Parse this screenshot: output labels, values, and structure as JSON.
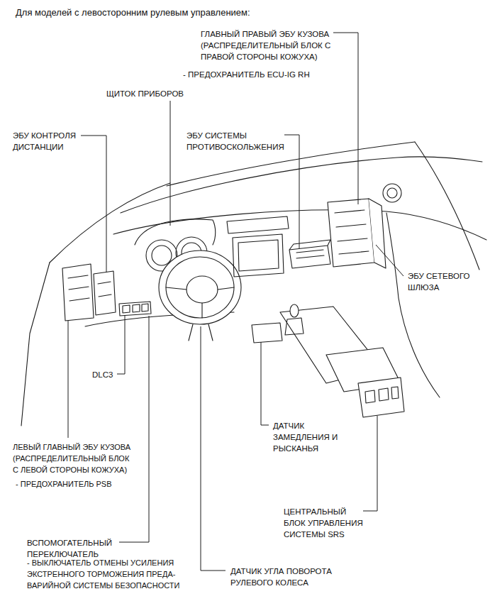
{
  "diagram": {
    "title": "Для моделей с левосторонним рулевым управлением:",
    "labels": [
      "ГЛАВНЫЙ ПРАВЫЙ ЭБУ КУЗОВА (РАСПРЕДЕЛИТЕЛЬНЫЙ БЛОК С ПРАВОЙ СТОРОНЫ КОЖУХА)",
      "- ПРЕДОХРАНИТЕЛЬ ECU-IG RH",
      "ЩИТОК ПРИБОРОВ",
      "ЭБУ КОНТРОЛЯ ДИСТАНЦИИ",
      "ЭБУ СИСТЕМЫ ПРОТИВОСКОЛЬЖЕНИЯ",
      "ЭБУ СЕТЕВОГО ШЛЮЗА",
      "DLC3",
      "ДАТЧИК ЗАМЕДЛЕНИЯ И РЫСКАНЬЯ",
      "ЛЕВЫЙ ГЛАВНЫЙ ЭБУ КУЗОВА (РАСПРЕДЕЛИТЕЛЬНЫЙ БЛОК С ЛЕВОЙ СТОРОНЫ КОЖУХА)",
      "- ПРЕДОХРАНИТЕЛЬ PSB",
      "ЦЕНТРАЛЬНЫЙ БЛОК УПРАВЛЕНИЯ СИСТЕМЫ SRS",
      "ВСПОМОГАТЕЛЬНЫЙ ПЕРЕКЛЮЧАТЕЛЬ",
      "- ВЫКЛЮЧАТЕЛЬ ОТМЕНЫ УСИЛЕНИЯ ЭКСТРЕННОГО ТОРМОЖЕНИЯ ПРЕДА- ВАРИЙНОЙ СИСТЕМЫ БЕЗОПАСНОСТИ",
      "ДАТЧИК УГЛА ПОВОРОТА РУЛЕВОГО КОЛЕСА"
    ]
  }
}
